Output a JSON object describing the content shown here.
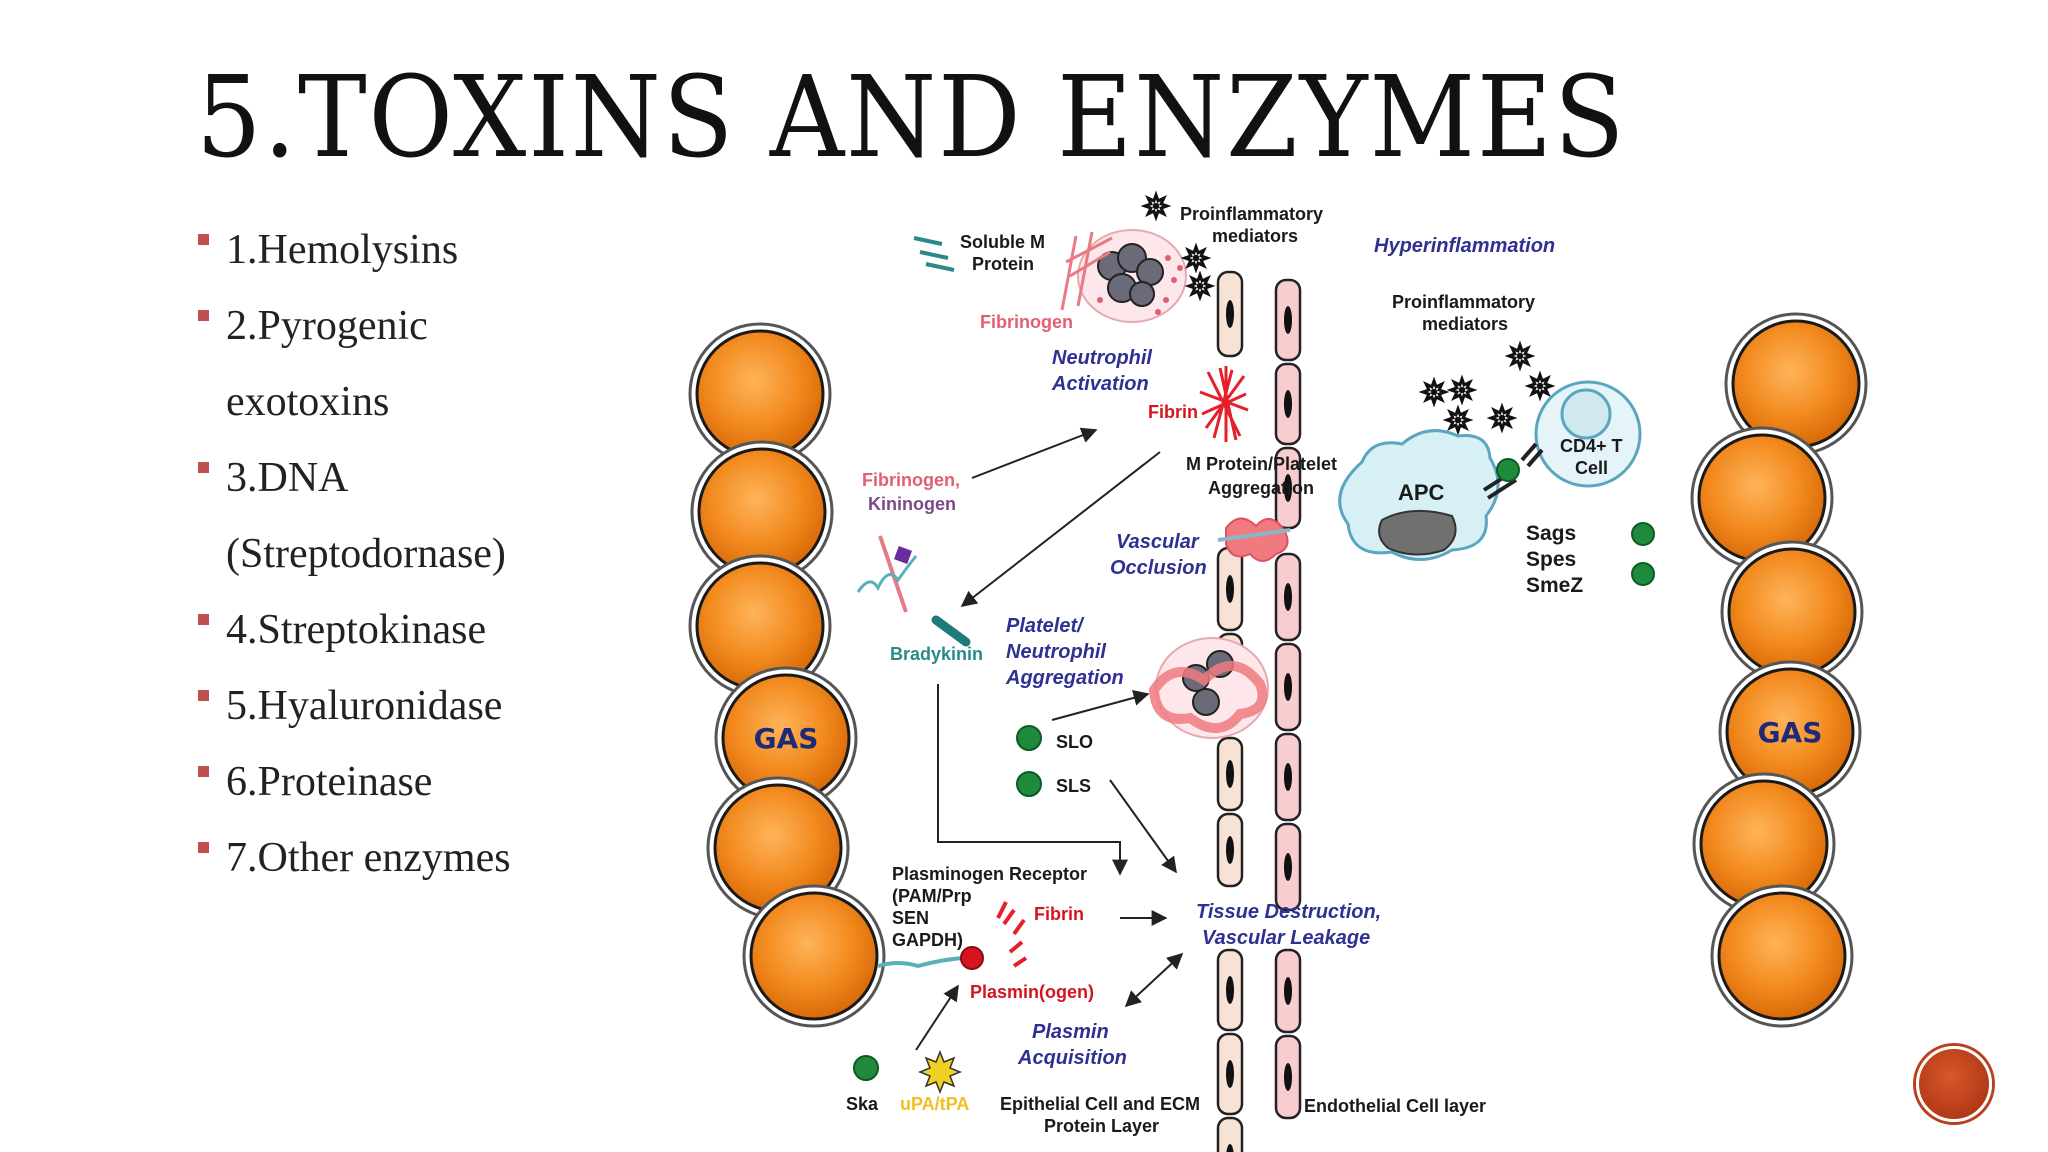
{
  "slide": {
    "title": "5.TOXINS AND ENZYMES",
    "bullets": [
      [
        "1.Hemolysins"
      ],
      [
        "2.Pyrogenic",
        "exotoxins"
      ],
      [
        "3.DNA",
        "(Streptodornase)"
      ],
      [
        "4.Streptokinase"
      ],
      [
        "5.Hyaluronidase"
      ],
      [
        "6.Proteinase"
      ],
      [
        "7.Other enzymes"
      ]
    ]
  },
  "diagram": {
    "labels": {
      "proinflammatory_top": [
        "Proinflammatory",
        "mediators"
      ],
      "soluble_m": [
        "Soluble M",
        "Protein"
      ],
      "fibrinogen_top": "Fibrinogen",
      "neutrophil_activation": [
        "Neutrophil",
        "Activation"
      ],
      "fibrin_top": "Fibrin",
      "hyperinflammation": "Hyperinflammation",
      "proinflammatory_right": [
        "Proinflammatory",
        "mediators"
      ],
      "fibrinogen_kininogen_1": "Fibrinogen,",
      "fibrinogen_kininogen_2": "Kininogen",
      "m_protein_platelet": [
        "M Protein/Platelet",
        "Aggregation"
      ],
      "apc": "APC",
      "cd4": [
        "CD4+ T",
        "Cell"
      ],
      "sags": [
        "Sags",
        "Spes",
        "SmeZ"
      ],
      "vascular_occlusion": [
        "Vascular",
        "Occlusion"
      ],
      "bradykinin": "Bradykinin",
      "platelet_neutrophil": [
        "Platelet/",
        "Neutrophil",
        "Aggregation"
      ],
      "slo": "SLO",
      "sls": "SLS",
      "plasminogen_receptor": [
        "Plasminogen Receptor",
        "(PAM/Prp",
        "SEN",
        "GAPDH)"
      ],
      "fibrin_bottom": "Fibrin",
      "tissue_destruction": [
        "Tissue Destruction,",
        "Vascular Leakage"
      ],
      "plasminogen": "Plasmin(ogen)",
      "plasmin_acquisition": [
        "Plasmin",
        "Acquisition"
      ],
      "ska": "Ska",
      "upa": "uPA/tPA",
      "epithelial": [
        "Epithelial Cell and ECM",
        "Protein Layer"
      ],
      "endothelial": "Endothelial Cell layer",
      "gas": "GAS"
    },
    "colors": {
      "bacteria": "#f28a1e",
      "gas_text": "#1e2a78",
      "italic_blue": "#2e3192",
      "pink_text": "#e06070",
      "epithelial_fill": "#f6e3d6",
      "endothelial_fill": "#f8cdd0",
      "apc_fill": "#d6f0f6",
      "green_dot": "#1f8a3b",
      "accent": "#c0504d"
    }
  }
}
